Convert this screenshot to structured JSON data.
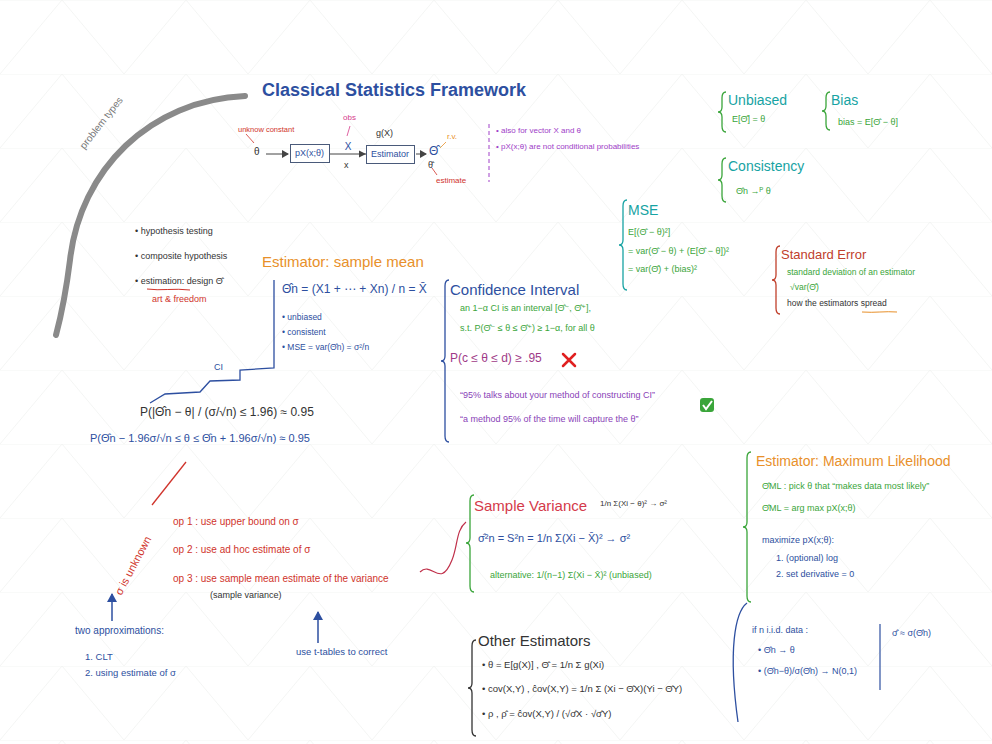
{
  "diagram": {
    "title": "Classical Statistics Framework",
    "nodes": [
      {
        "text": [
          "pX(x;θ)"
        ]
      },
      {
        "text": [
          "Estimator"
        ]
      }
    ],
    "edges": [
      {
        "from": 0,
        "to": 1,
        "arrow": "to",
        "label": "X"
      }
    ],
    "labels": [
      "problem types",
      "• hypothesis testing",
      "• composite hypothesis",
      "• estimation: design Θ̂",
      "art & freedom",
      "unknow constant",
      "θ",
      "obs",
      "x",
      "g(X)",
      "Θ̂",
      "θ̂",
      "r.v.",
      "estimate",
      "• also for vector X and θ",
      "• pX(x;θ) are not conditional probabilities",
      "Unbiased",
      "E[Θ̂] = θ",
      "Bias",
      "bias = E[Θ̂ − θ]",
      "Consistency",
      "Θ̂n →ᴾ θ",
      "MSE",
      "E[(Θ̂ − θ)²]",
      "= var(Θ̂ − θ) + (E[Θ̂ − θ])²",
      "= var(Θ̂) + (bias)²",
      "Standard Error",
      "standard deviation of an estimator",
      "√var(Θ̂)",
      "how the estimators spread",
      "Estimator: sample mean",
      "Θ̂n = (X1 + ⋯ + Xn) / n = X̄",
      "• unbiased",
      "• consistent",
      "• MSE = var(Θ̂n) = σ²/n",
      "CI",
      "P(|Θ̂n − θ| / (σ/√n) ≤ 1.96) ≈ 0.95",
      "P(Θ̂n − 1.96σ/√n ≤ θ ≤ Θ̂n + 1.96σ/√n) ≈ 0.95",
      "σ is unknown",
      "op 1 :  use upper bound on σ",
      "op 2 :  use ad hoc estimate of σ",
      "op 3 :  use sample mean estimate of the variance",
      "(sample variance)",
      "two approximations:",
      "1.  CLT",
      "2.  using estimate of σ",
      "use t-tables to correct",
      "Confidence Interval",
      "an 1−α CI is an interval [Θ̂⁻, Θ̂⁺],",
      "s.t. P(Θ̂⁻ ≤ θ ≤ Θ̂⁺) ≥ 1−α,  for all θ",
      "P(c ≤ θ ≤ d) ≥ .95",
      "“95% talks about your method of constructing CI”",
      "“a method 95% of the time will capture the θ”",
      "Sample Variance",
      "1/n Σ(Xi − θ)² → σ²",
      "σ̂²n = S²n = 1/n Σ(Xi − X̄)² → σ²",
      "alternative: 1/(n−1) Σ(Xi − X̄)²  (unbiased)",
      "Other Estimators",
      "• θ = E[g(X)] ,  Θ̂ = 1/n Σ g(Xi)",
      "• cov(X,Y) ,  ĉov(X,Y) = 1/n Σ (Xi − Θ̂X)(Yi − Θ̂Y)",
      "• ρ ,  ρ̂ = ĉov(X,Y) / (√σ̂X · √σ̂Y)",
      "Estimator: Maximum Likelihood",
      "Θ̂ML : pick θ that “makes data most likely”",
      "Θ̂ML = arg max pX(x;θ)",
      "maximize pX(x;θ):",
      "1. (optional) log",
      "2. set derivative = 0",
      "if n i.i.d. data :",
      "• Θ̂n → θ",
      "• (Θ̂n−θ)/σ(Θ̂n) → N(0,1)",
      "σ̂ ≈ σ(Θ̂n)"
    ]
  }
}
